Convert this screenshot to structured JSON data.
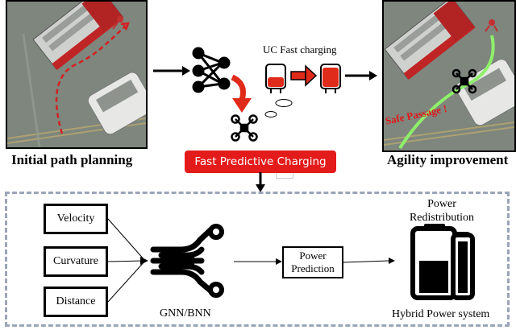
{
  "top": {
    "left_caption": "Initial path planning",
    "right_caption": "Agility improvement",
    "uc_label": "UC Fast charging",
    "badge": "Fast Predictive Charging",
    "safe_passage": "Safe Passage !"
  },
  "bottom": {
    "inputs": [
      "Velocity",
      "Curvature",
      "Distance"
    ],
    "model_label": "GNN/BNN",
    "prediction_line1": "Power",
    "prediction_line2": "Prediction",
    "redistribution_line1": "Power",
    "redistribution_line2": "Redistribution",
    "system_label": "Hybrid Power system"
  },
  "colors": {
    "badge": "#e31b1b",
    "dashed_border": "#9aa5b8",
    "path_red": "#d42020",
    "path_green": "#8ef06a"
  }
}
